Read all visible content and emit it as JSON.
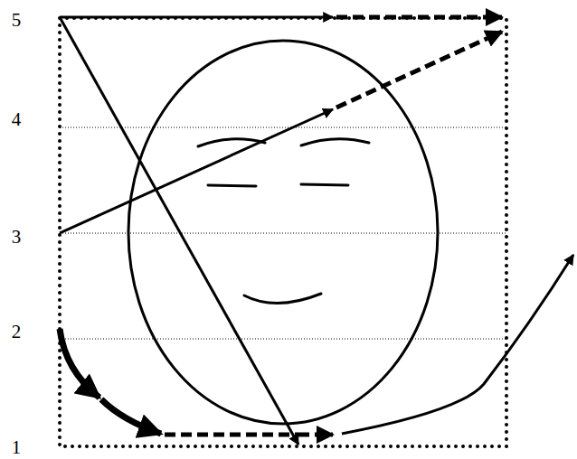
{
  "diagram": {
    "labels": [
      "5",
      "4",
      "3",
      "2",
      "1"
    ]
  }
}
